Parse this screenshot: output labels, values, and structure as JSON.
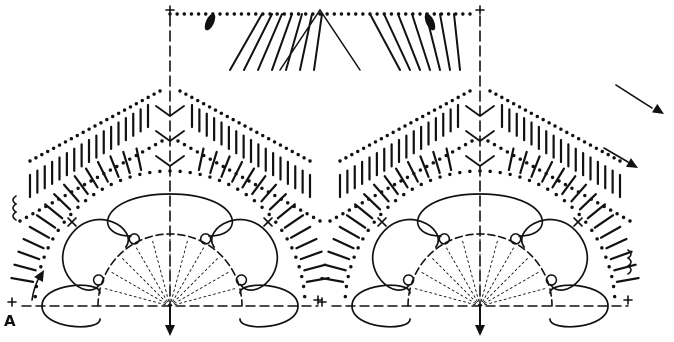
{
  "diagram": {
    "start_label": "A",
    "motifs": [
      "left-fan-motif",
      "right-fan-motif"
    ],
    "colors": {
      "ink": "#111111",
      "paper": "#ffffff"
    }
  }
}
